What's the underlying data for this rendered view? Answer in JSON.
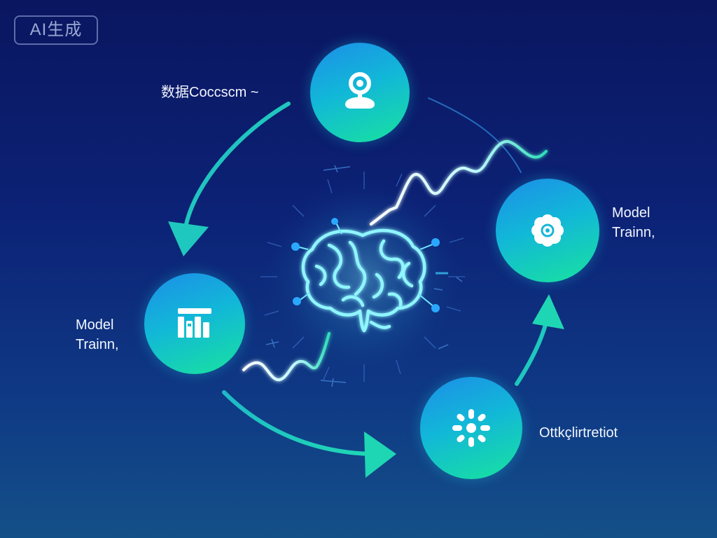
{
  "badge": {
    "text": "AI生成"
  },
  "nodes": {
    "top": {
      "label": "数据Coccscm ~",
      "icon": "user-icon"
    },
    "left": {
      "label_line1": "Model",
      "label_line2": "Trainn,",
      "icon": "bar-chart-icon"
    },
    "right": {
      "label_line1": "Model",
      "label_line2": "Trainn,",
      "icon": "flower-icon"
    },
    "bottom": {
      "label": "Ottkçlirtretiot",
      "icon": "sparkle-icon"
    }
  },
  "center": {
    "icon": "brain-icon"
  },
  "colors": {
    "background_top": "#0a1660",
    "background_bottom": "#145088",
    "accent_teal": "#1fd6b4",
    "accent_blue": "#1c8ee8",
    "glow": "#7ff3ff"
  }
}
